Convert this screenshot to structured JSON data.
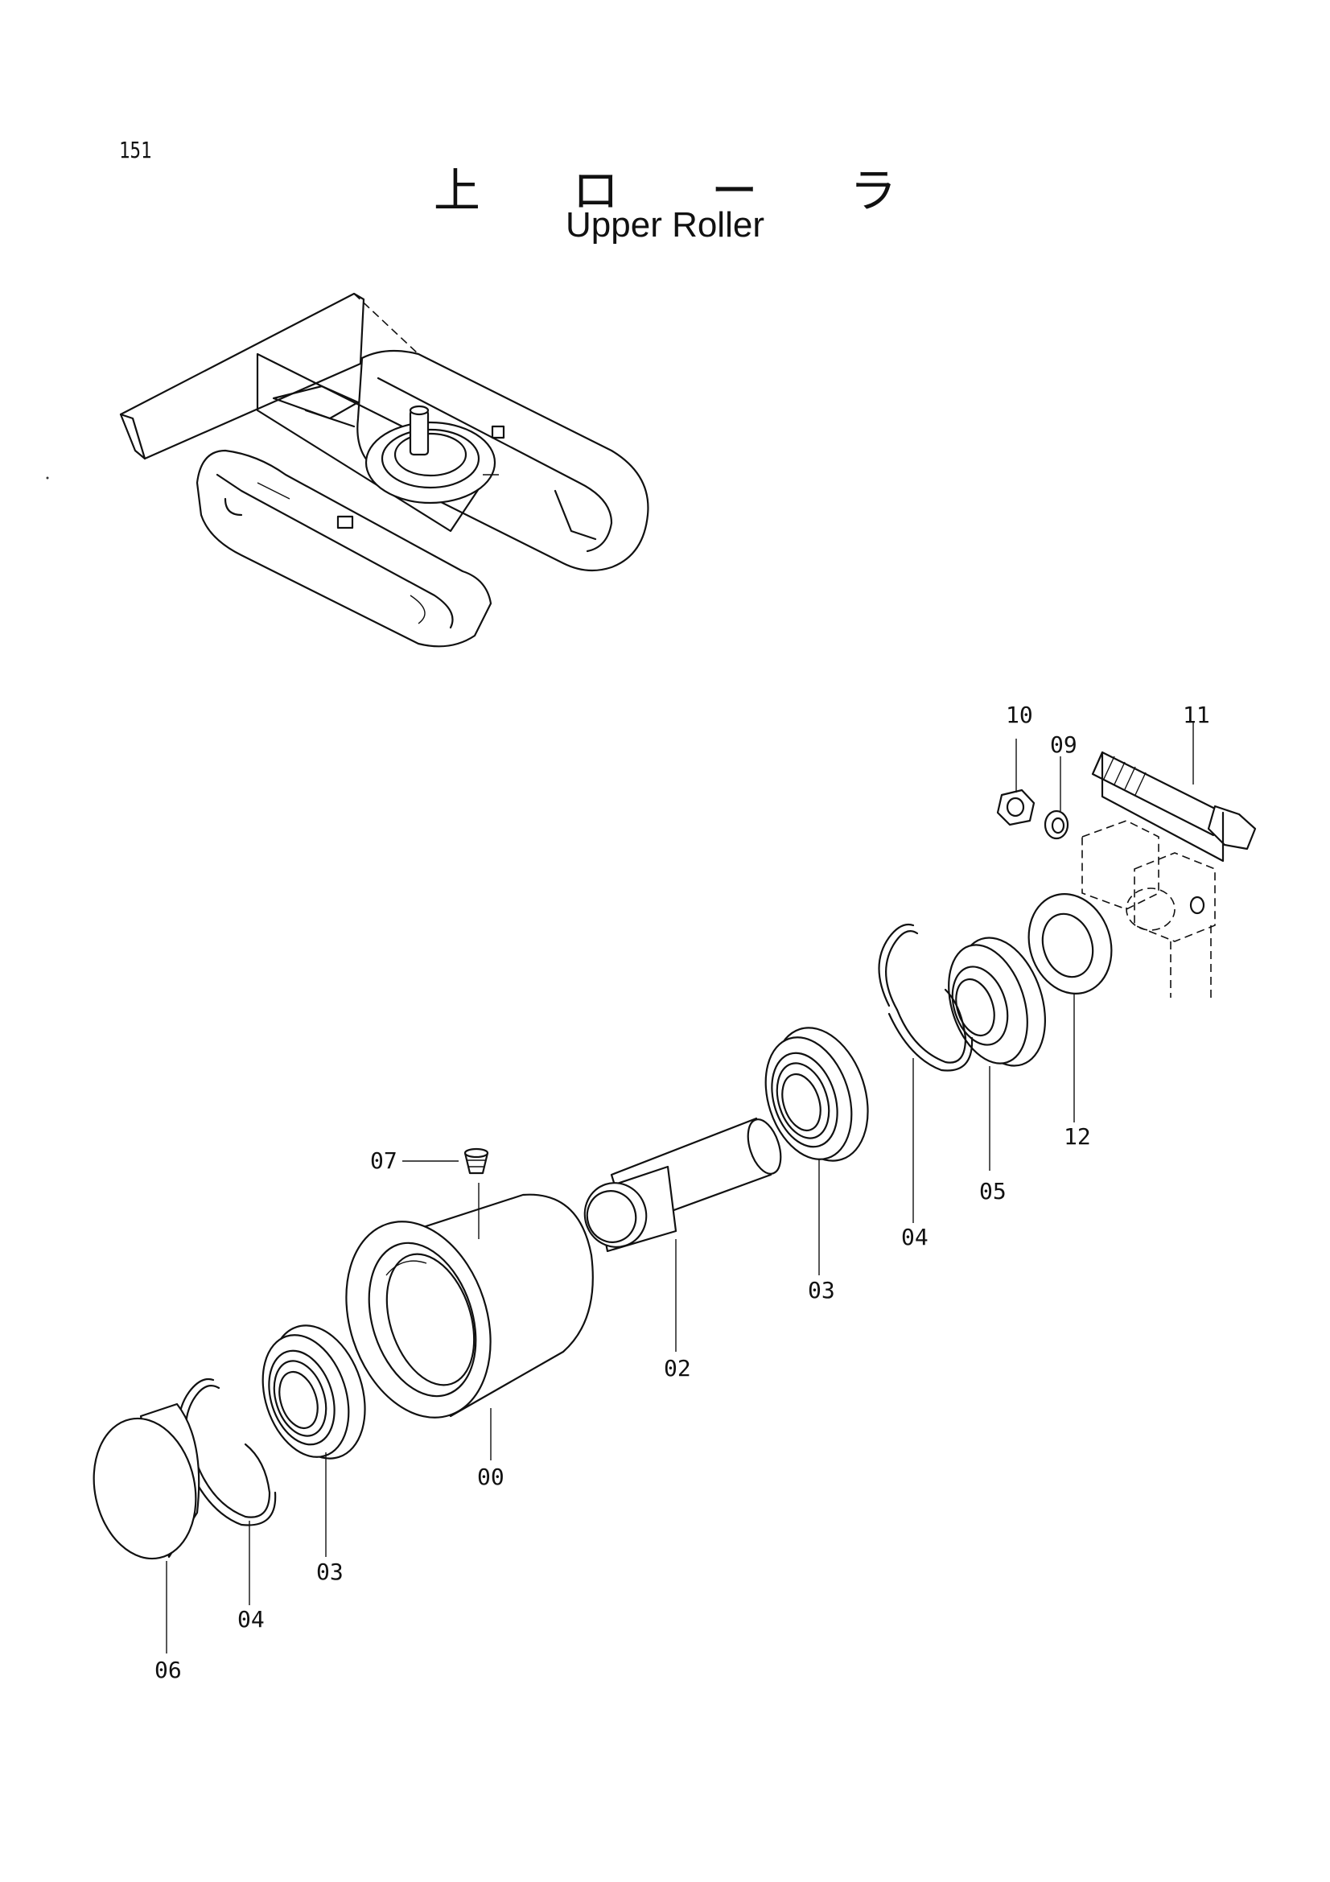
{
  "header": {
    "page_number": "151",
    "title_jp": "上 ロ ー ラ",
    "title_en": "Upper Roller"
  },
  "callouts": [
    {
      "label": "10"
    },
    {
      "label": "09"
    },
    {
      "label": "11"
    },
    {
      "label": "12"
    },
    {
      "label": "05"
    },
    {
      "label": "04"
    },
    {
      "label": "03"
    },
    {
      "label": "02"
    },
    {
      "label": "07"
    },
    {
      "label": "00"
    },
    {
      "label": "03"
    },
    {
      "label": "04"
    },
    {
      "label": "06"
    }
  ]
}
